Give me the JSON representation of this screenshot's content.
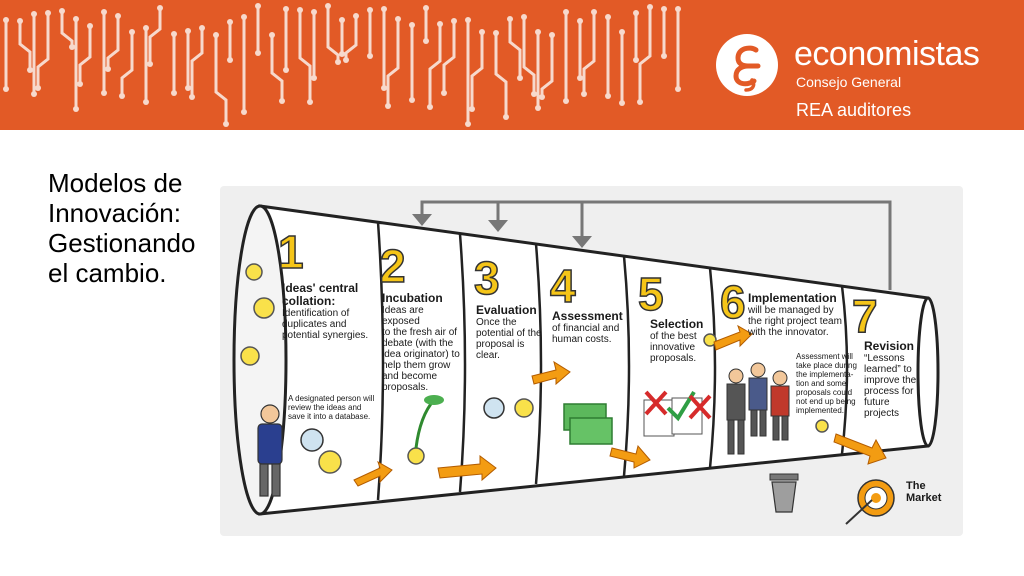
{
  "header": {
    "brand_name": "economistas",
    "brand_subtitle": "Consejo General",
    "brand_tagline": "REA auditores",
    "brand_color": "#e25a26",
    "logo_icon": "economistas-logo-icon"
  },
  "slide": {
    "title_lines": [
      "Modelos de",
      "Innovación:",
      "Gestionando",
      "el cambio."
    ]
  },
  "diagram": {
    "stages": [
      {
        "number": "1",
        "title_lines": [
          "Ideas' central",
          "collation:"
        ],
        "body_lines": [
          "Identification of",
          "duplicates and",
          "potential synergies."
        ]
      },
      {
        "number": "2",
        "title_lines": [
          "Incubation"
        ],
        "body_lines": [
          "Ideas are exposed",
          "to the fresh air of",
          "debate (with the",
          "idea originator) to",
          "help them grow",
          "and become",
          "proposals."
        ]
      },
      {
        "number": "3",
        "title_lines": [
          "Evaluation"
        ],
        "body_lines": [
          "Once the",
          "potential of the",
          "proposal is",
          "clear."
        ]
      },
      {
        "number": "4",
        "title_lines": [
          "Assessment"
        ],
        "body_lines": [
          "of financial and",
          "human costs."
        ]
      },
      {
        "number": "5",
        "title_lines": [
          "Selection"
        ],
        "body_lines": [
          "of the best",
          "innovative",
          "proposals."
        ]
      },
      {
        "number": "6",
        "title_lines": [
          "Implementation"
        ],
        "body_lines": [
          "will be managed by",
          "the right project team",
          "with the innovator."
        ]
      },
      {
        "number": "7",
        "title_lines": [
          "Revision"
        ],
        "body_lines": [
          "“Lessons",
          "learned” to",
          "improve the",
          "process for",
          "future",
          "projects"
        ]
      }
    ],
    "note_database": [
      "A designated person will",
      "review the ideas and",
      "save it into a database."
    ],
    "note_assessment": [
      "Assessment will",
      "take place during",
      "the implementa-",
      "tion and some",
      "proposals could",
      "not end up being",
      "implemented."
    ],
    "market_lines": [
      "The",
      "Market"
    ]
  }
}
